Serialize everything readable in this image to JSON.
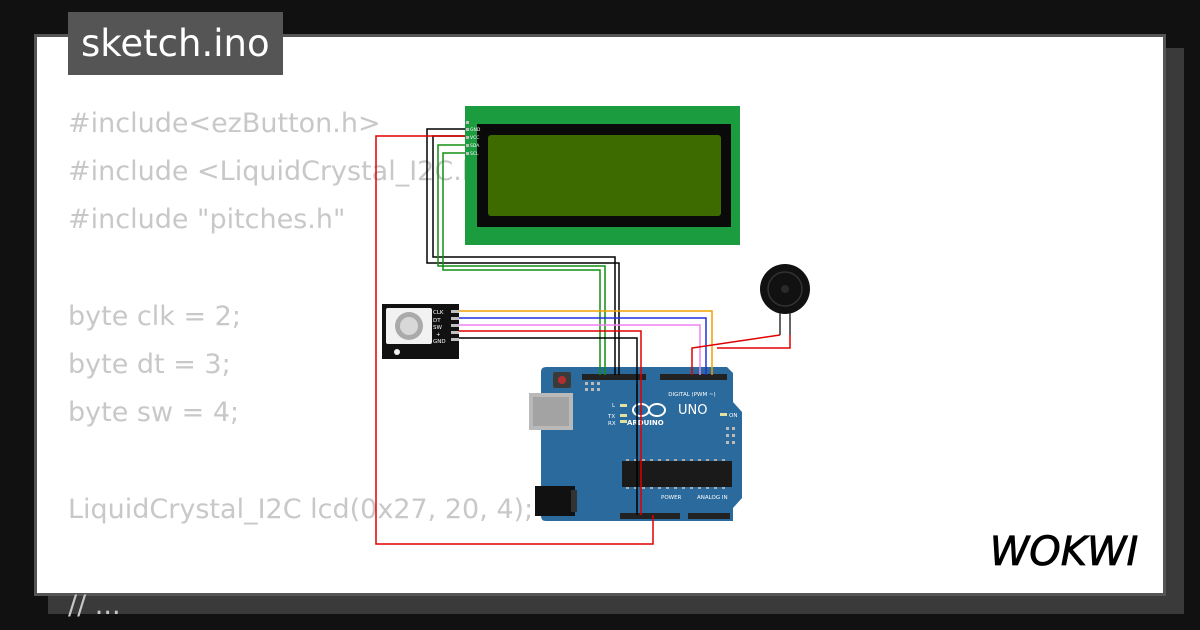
{
  "tab": {
    "title": "sketch.ino"
  },
  "code": {
    "lines": [
      "#include<ezButton.h>",
      "#include <LiquidCrystal_I2C.h>",
      "#include \"pitches.h\"",
      "",
      "byte clk = 2;",
      "byte dt = 3;",
      "byte sw = 4;",
      "",
      "LiquidCrystal_I2C lcd(0x27, 20, 4);",
      "",
      "// ..."
    ]
  },
  "lcd": {
    "pins": [
      "GND",
      "VCC",
      "SDA",
      "SCL"
    ]
  },
  "encoder": {
    "pins": [
      "CLK",
      "DT",
      "SW",
      "+",
      "GND"
    ]
  },
  "arduino": {
    "model_label": "UNO",
    "brand_label": "ARDUINO",
    "digital_label": "DIGITAL (PWM ~)",
    "power_label": "POWER",
    "analog_label": "ANALOG IN",
    "on_label": "ON",
    "led_labels": [
      "L",
      "TX",
      "RX"
    ]
  },
  "brand": {
    "name": "WOKWI"
  },
  "colors": {
    "board": "#2b6a9c",
    "lcd_pcb": "#1a9c3f",
    "lcd_screen": "#3d6b00",
    "wire_red": "#e00000",
    "wire_black": "#000000",
    "wire_green": "#109010",
    "wire_orange": "#f0a000",
    "wire_blue": "#2030e0",
    "wire_pink": "#f080f0",
    "wire_purple": "#8040d0"
  }
}
